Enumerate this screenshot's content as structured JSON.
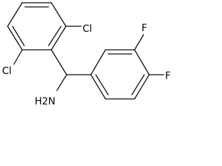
{
  "molecule": {
    "atoms": {
      "cl_top": "Cl",
      "cl_bottom": "Cl",
      "f_upper": "F",
      "f_lower": "F",
      "amine": "H2N"
    }
  }
}
